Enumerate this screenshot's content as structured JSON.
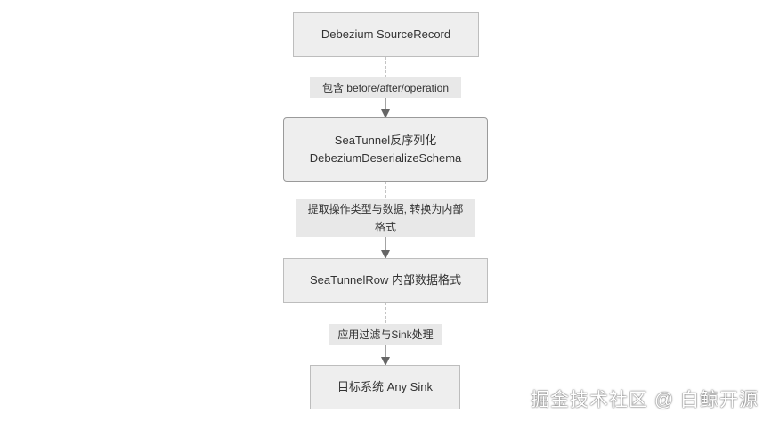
{
  "nodes": {
    "source_record": {
      "label": "Debezium SourceRecord"
    },
    "deserialize": {
      "line1": "SeaTunnel反序列化",
      "line2": "DebeziumDeserializeSchema"
    },
    "seatunnel_row": {
      "label": "SeaTunnelRow 内部数据格式"
    },
    "target_sink": {
      "label": "目标系统 Any Sink"
    }
  },
  "edges": {
    "contains": {
      "label": "包含 before/after/operation"
    },
    "extract": {
      "line1": "提取操作类型与数据, 转换为内部",
      "line2": "格式"
    },
    "apply": {
      "label": "应用过滤与Sink处理"
    }
  },
  "watermark": {
    "text": "掘金技术社区 @ 白鲸开源"
  },
  "colors": {
    "node_fill": "#eeeeee",
    "node_border": "#bdbdbd",
    "edge_line": "#888888",
    "label_fill": "#e8e8e8"
  }
}
